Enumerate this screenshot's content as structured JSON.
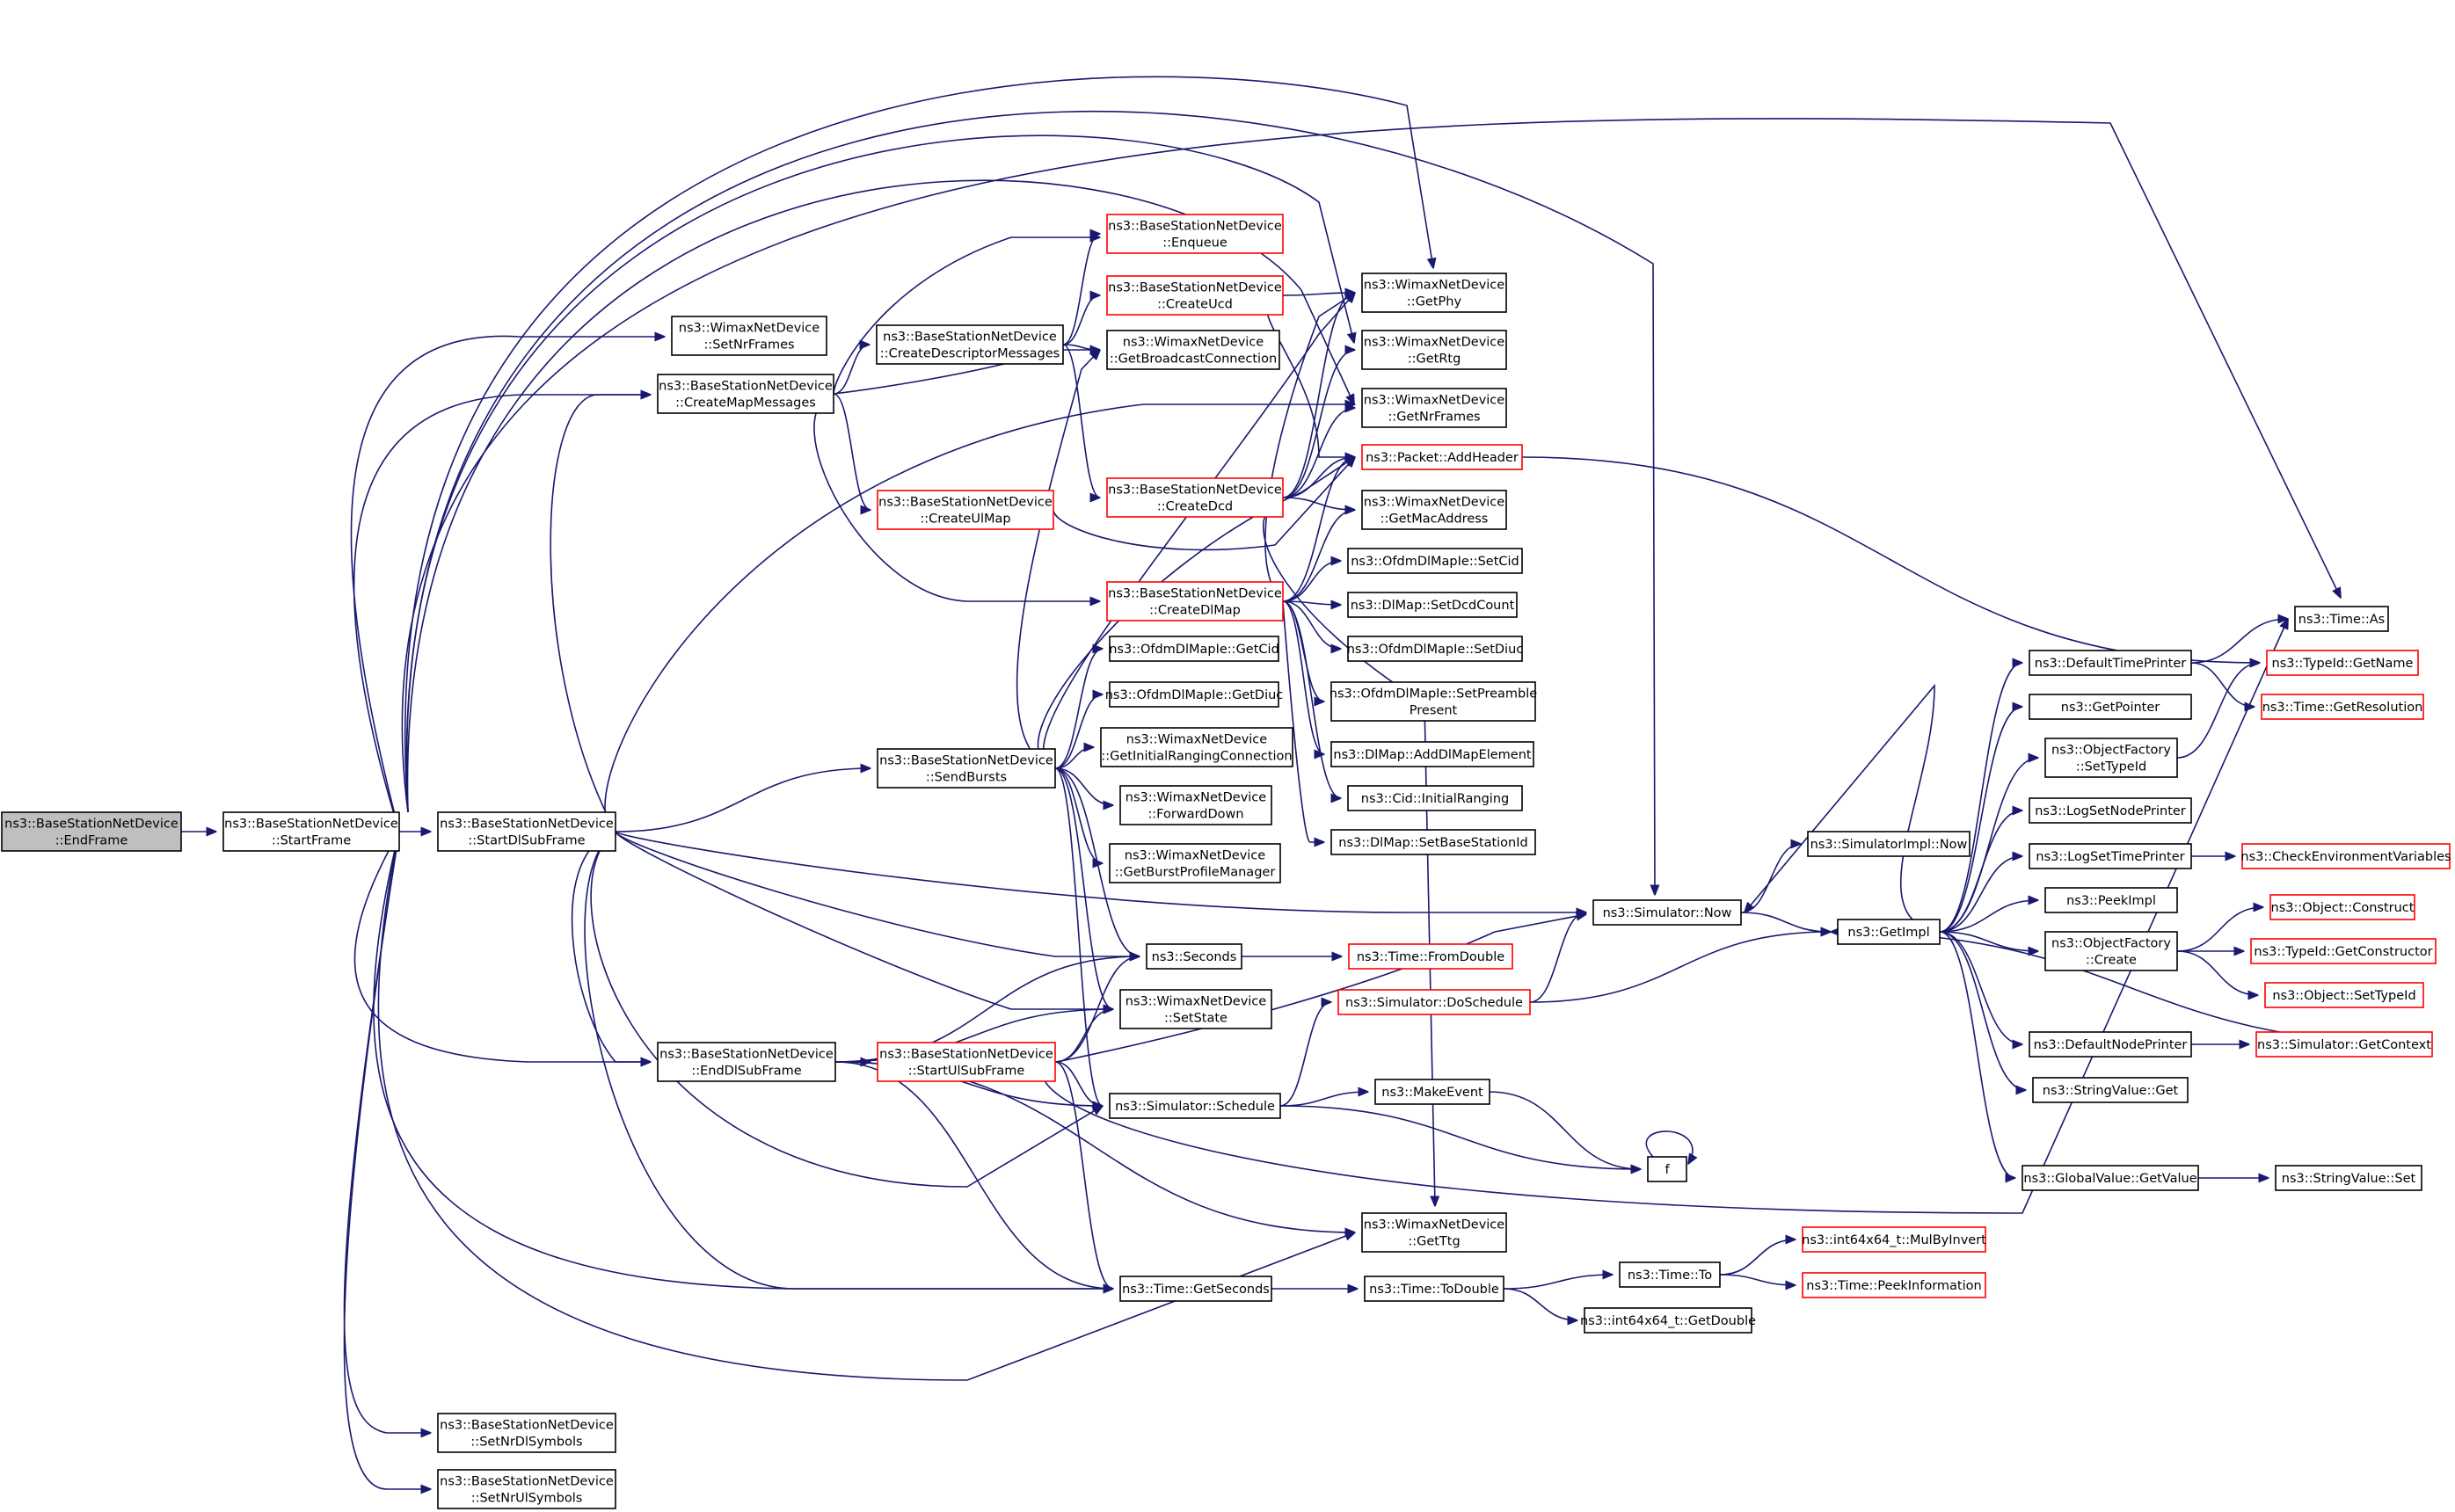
{
  "graph": {
    "edge_color": "#191970",
    "highlight_color": "#ff0000",
    "root_fill": "#bfbfbf",
    "nodes": [
      {
        "id": "endframe",
        "lines": [
          "ns3::BaseStationNetDevice",
          "::EndFrame"
        ],
        "root": true
      },
      {
        "id": "startframe",
        "lines": [
          "ns3::BaseStationNetDevice",
          "::StartFrame"
        ]
      },
      {
        "id": "startdl",
        "lines": [
          "ns3::BaseStationNetDevice",
          "::StartDlSubFrame"
        ]
      },
      {
        "id": "setnrframes",
        "lines": [
          "ns3::WimaxNetDevice",
          "::SetNrFrames"
        ]
      },
      {
        "id": "createmap",
        "lines": [
          "ns3::BaseStationNetDevice",
          "::CreateMapMessages"
        ]
      },
      {
        "id": "enddl",
        "lines": [
          "ns3::BaseStationNetDevice",
          "::EndDlSubFrame"
        ]
      },
      {
        "id": "setnrdl",
        "lines": [
          "ns3::BaseStationNetDevice",
          "::SetNrDlSymbols"
        ]
      },
      {
        "id": "setnrul",
        "lines": [
          "ns3::BaseStationNetDevice",
          "::SetNrUlSymbols"
        ]
      },
      {
        "id": "createdesc",
        "lines": [
          "ns3::BaseStationNetDevice",
          "::CreateDescriptorMessages"
        ]
      },
      {
        "id": "createulmap",
        "lines": [
          "ns3::BaseStationNetDevice",
          "::CreateUlMap"
        ],
        "red": true
      },
      {
        "id": "sendbursts",
        "lines": [
          "ns3::BaseStationNetDevice",
          "::SendBursts"
        ]
      },
      {
        "id": "startul",
        "lines": [
          "ns3::BaseStationNetDevice",
          "::StartUlSubFrame"
        ],
        "red": true
      },
      {
        "id": "enqueue",
        "lines": [
          "ns3::BaseStationNetDevice",
          "::Enqueue"
        ],
        "red": true
      },
      {
        "id": "createucd",
        "lines": [
          "ns3::BaseStationNetDevice",
          "::CreateUcd"
        ],
        "red": true
      },
      {
        "id": "getbroadcast",
        "lines": [
          "ns3::WimaxNetDevice",
          "::GetBroadcastConnection"
        ]
      },
      {
        "id": "createdcd",
        "lines": [
          "ns3::BaseStationNetDevice",
          "::CreateDcd"
        ],
        "red": true
      },
      {
        "id": "createdlmap",
        "lines": [
          "ns3::BaseStationNetDevice",
          "::CreateDlMap"
        ],
        "red": true
      },
      {
        "id": "getcid",
        "lines": [
          "ns3::OfdmDlMapIe::GetCid"
        ]
      },
      {
        "id": "getdiuc",
        "lines": [
          "ns3::OfdmDlMapIe::GetDiuc"
        ]
      },
      {
        "id": "getinitranging",
        "lines": [
          "ns3::WimaxNetDevice",
          "::GetInitialRangingConnection"
        ]
      },
      {
        "id": "forwarddown",
        "lines": [
          "ns3::WimaxNetDevice",
          "::ForwardDown"
        ]
      },
      {
        "id": "getburstprofile",
        "lines": [
          "ns3::WimaxNetDevice",
          "::GetBurstProfileManager"
        ]
      },
      {
        "id": "seconds",
        "lines": [
          "ns3::Seconds"
        ]
      },
      {
        "id": "setstate",
        "lines": [
          "ns3::WimaxNetDevice",
          "::SetState"
        ]
      },
      {
        "id": "schedule",
        "lines": [
          "ns3::Simulator::Schedule"
        ]
      },
      {
        "id": "getseconds",
        "lines": [
          "ns3::Time::GetSeconds"
        ]
      },
      {
        "id": "getphy",
        "lines": [
          "ns3::WimaxNetDevice",
          "::GetPhy"
        ]
      },
      {
        "id": "getrtg",
        "lines": [
          "ns3::WimaxNetDevice",
          "::GetRtg"
        ]
      },
      {
        "id": "getnrframes",
        "lines": [
          "ns3::WimaxNetDevice",
          "::GetNrFrames"
        ]
      },
      {
        "id": "addheader",
        "lines": [
          "ns3::Packet::AddHeader"
        ],
        "red": true
      },
      {
        "id": "getmac",
        "lines": [
          "ns3::WimaxNetDevice",
          "::GetMacAddress"
        ]
      },
      {
        "id": "setcid",
        "lines": [
          "ns3::OfdmDlMapIe::SetCid"
        ]
      },
      {
        "id": "setdcdcount",
        "lines": [
          "ns3::DlMap::SetDcdCount"
        ]
      },
      {
        "id": "setdiuc",
        "lines": [
          "ns3::OfdmDlMapIe::SetDiuc"
        ]
      },
      {
        "id": "setpreamble",
        "lines": [
          "ns3::OfdmDlMapIe::SetPreamble",
          "Present"
        ]
      },
      {
        "id": "adddlmapelement",
        "lines": [
          "ns3::DlMap::AddDlMapElement"
        ]
      },
      {
        "id": "initialranging",
        "lines": [
          "ns3::Cid::InitialRanging"
        ]
      },
      {
        "id": "setbsid",
        "lines": [
          "ns3::DlMap::SetBaseStationId"
        ]
      },
      {
        "id": "fromdouble",
        "lines": [
          "ns3::Time::FromDouble"
        ],
        "red": true
      },
      {
        "id": "doschedule",
        "lines": [
          "ns3::Simulator::DoSchedule"
        ],
        "red": true
      },
      {
        "id": "makeevent",
        "lines": [
          "ns3::MakeEvent"
        ]
      },
      {
        "id": "f",
        "lines": [
          "f"
        ]
      },
      {
        "id": "getttg",
        "lines": [
          "ns3::WimaxNetDevice",
          "::GetTtg"
        ]
      },
      {
        "id": "todouble",
        "lines": [
          "ns3::Time::ToDouble"
        ]
      },
      {
        "id": "now",
        "lines": [
          "ns3::Simulator::Now"
        ]
      },
      {
        "id": "implnow",
        "lines": [
          "ns3::SimulatorImpl::Now"
        ]
      },
      {
        "id": "getimpl",
        "lines": [
          "ns3::GetImpl"
        ]
      },
      {
        "id": "timeto",
        "lines": [
          "ns3::Time::To"
        ]
      },
      {
        "id": "getdouble",
        "lines": [
          "ns3::int64x64_t::GetDouble"
        ]
      },
      {
        "id": "mulbyinvert",
        "lines": [
          "ns3::int64x64_t::MulByInvert"
        ],
        "red": true
      },
      {
        "id": "peekinfo",
        "lines": [
          "ns3::Time::PeekInformation"
        ],
        "red": true
      },
      {
        "id": "deftimeprinter",
        "lines": [
          "ns3::DefaultTimePrinter"
        ]
      },
      {
        "id": "getpointer",
        "lines": [
          "ns3::GetPointer"
        ]
      },
      {
        "id": "ofsettypeid",
        "lines": [
          "ns3::ObjectFactory",
          "::SetTypeId"
        ]
      },
      {
        "id": "lognodeprinter",
        "lines": [
          "ns3::LogSetNodePrinter"
        ]
      },
      {
        "id": "logtimeprinter",
        "lines": [
          "ns3::LogSetTimePrinter"
        ]
      },
      {
        "id": "peekimpl",
        "lines": [
          "ns3::PeekImpl"
        ]
      },
      {
        "id": "ofcreate",
        "lines": [
          "ns3::ObjectFactory",
          "::Create"
        ]
      },
      {
        "id": "defnodeprinter",
        "lines": [
          "ns3::DefaultNodePrinter"
        ]
      },
      {
        "id": "svget",
        "lines": [
          "ns3::StringValue::Get"
        ]
      },
      {
        "id": "gvgetvalue",
        "lines": [
          "ns3::GlobalValue::GetValue"
        ]
      },
      {
        "id": "timeas",
        "lines": [
          "ns3::Time::As"
        ]
      },
      {
        "id": "typeidgetname",
        "lines": [
          "ns3::TypeId::GetName"
        ],
        "red": true
      },
      {
        "id": "getresolution",
        "lines": [
          "ns3::Time::GetResolution"
        ],
        "red": true
      },
      {
        "id": "checkenv",
        "lines": [
          "ns3::CheckEnvironmentVariables"
        ],
        "red": true
      },
      {
        "id": "objconstruct",
        "lines": [
          "ns3::Object::Construct"
        ],
        "red": true
      },
      {
        "id": "getconstructor",
        "lines": [
          "ns3::TypeId::GetConstructor"
        ],
        "red": true
      },
      {
        "id": "objsettypeid",
        "lines": [
          "ns3::Object::SetTypeId"
        ],
        "red": true
      },
      {
        "id": "getcontext",
        "lines": [
          "ns3::Simulator::GetContext"
        ],
        "red": true
      },
      {
        "id": "svset",
        "lines": [
          "ns3::StringValue::Set"
        ]
      }
    ]
  }
}
